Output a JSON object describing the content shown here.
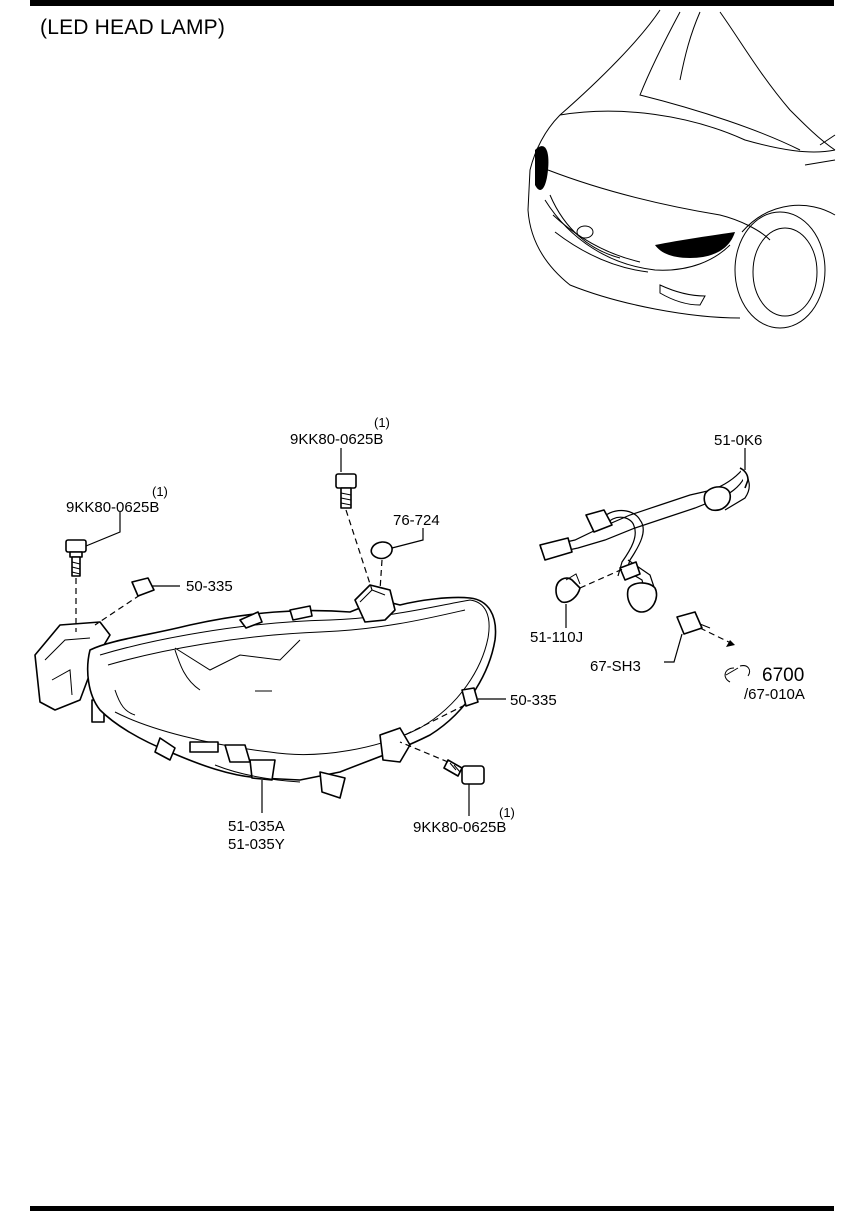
{
  "title": "(LED HEAD LAMP)",
  "callouts": {
    "bolt_top": {
      "qty": "(1)",
      "code": "9KK80-0625B"
    },
    "bolt_left": {
      "qty": "(1)",
      "code": "9KK80-0625B"
    },
    "bolt_bottom": {
      "qty": "(1)",
      "code": "9KK80-0625B"
    },
    "clip_top": {
      "code": "76-724"
    },
    "nut_left": {
      "code": "50-335"
    },
    "nut_right": {
      "code": "50-335"
    },
    "harness": {
      "code": "51-0K6"
    },
    "bulb": {
      "code": "51-110J"
    },
    "connector": {
      "code": "67-SH3"
    },
    "ref": {
      "code": "6700",
      "sub": "/67-010A"
    },
    "headlamp": {
      "code_a": "51-035A",
      "code_b": "51-035Y"
    }
  }
}
